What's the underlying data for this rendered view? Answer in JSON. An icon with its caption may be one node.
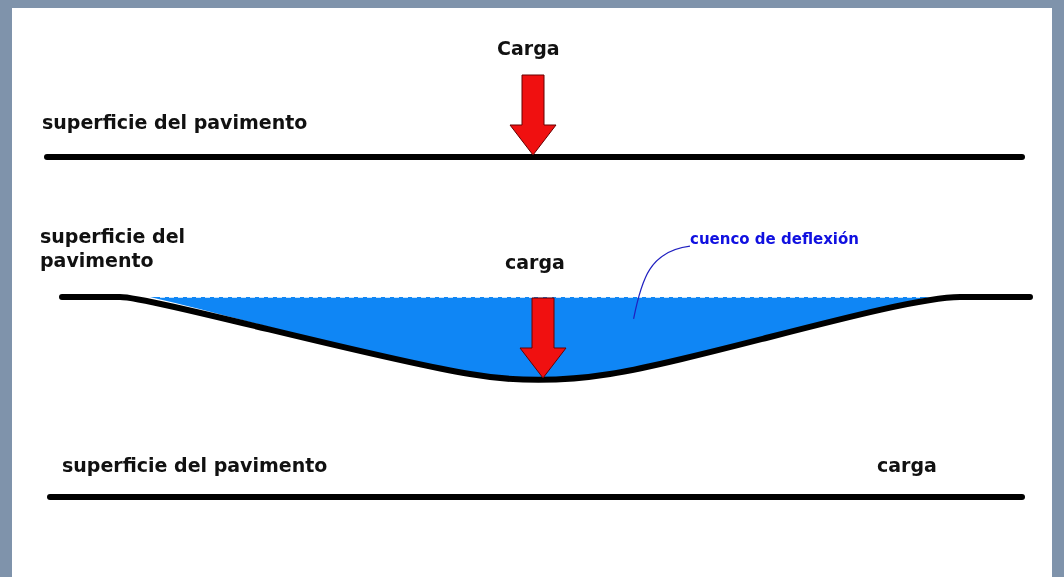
{
  "diagram": {
    "nodes": [
      {
        "text": [
          "cuenco de deflexión"
        ]
      },
      {
        "text": [],
        "shape": "bowl"
      }
    ],
    "edges": [
      {
        "from": 0,
        "to": 1,
        "arrow": "none"
      }
    ],
    "labels": [
      "Carga",
      "superficie del pavimento",
      "superficie del pavimento",
      "carga",
      "superficie del pavimento",
      "carga"
    ]
  }
}
